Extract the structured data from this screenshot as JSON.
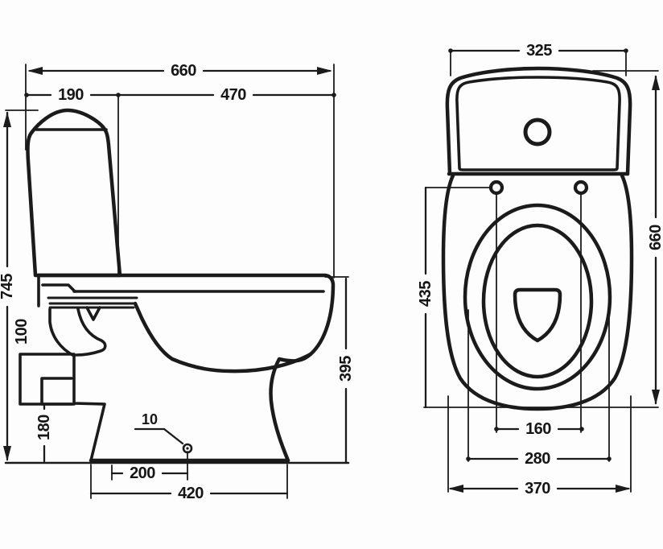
{
  "side_view": {
    "width_total": "660",
    "cistern_depth": "190",
    "seat_depth": "470",
    "height_total": "745",
    "trap_height": "100",
    "inlet_height": "180",
    "rim_height": "395",
    "hole_diameter": "10",
    "hole_offset": "200",
    "base_depth": "420"
  },
  "top_view": {
    "cistern_width": "325",
    "total_length": "660",
    "seat_length": "435",
    "hinge_spacing": "160",
    "seat_width": "280",
    "base_width": "370"
  }
}
